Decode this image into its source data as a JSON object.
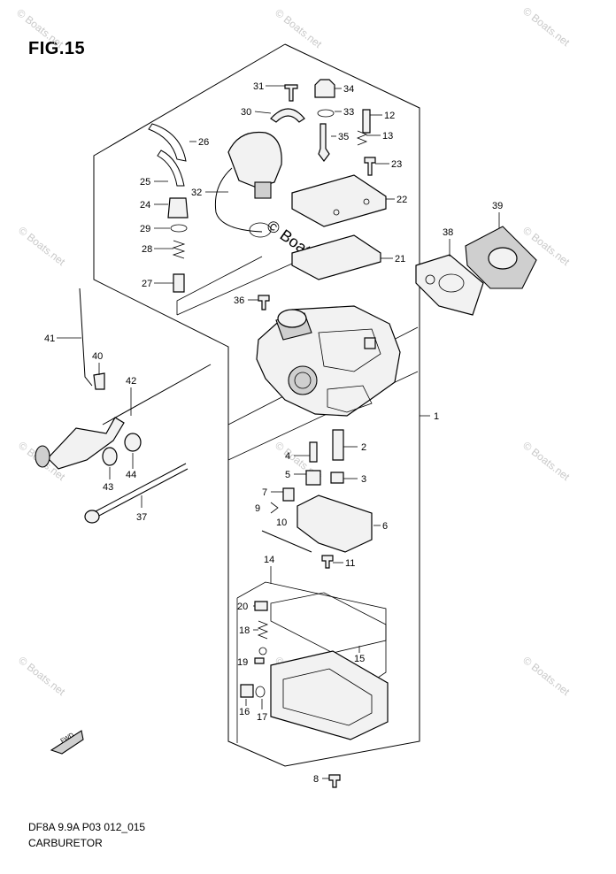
{
  "figure": {
    "label": "FIG.15",
    "code": "DF8A 9.9A P03 012_015",
    "name": "CARBURETOR"
  },
  "watermarks": {
    "corner": "© Boats.net",
    "center": "© Boats.net"
  },
  "fwd_label": "FWD",
  "callouts": [
    "1",
    "2",
    "3",
    "4",
    "5",
    "6",
    "7",
    "8",
    "9",
    "10",
    "11",
    "12",
    "13",
    "14",
    "15",
    "16",
    "17",
    "18",
    "19",
    "20",
    "21",
    "22",
    "23",
    "24",
    "25",
    "26",
    "27",
    "28",
    "29",
    "30",
    "31",
    "32",
    "33",
    "34",
    "35",
    "36",
    "37",
    "38",
    "39",
    "40",
    "41",
    "42",
    "43",
    "44"
  ]
}
